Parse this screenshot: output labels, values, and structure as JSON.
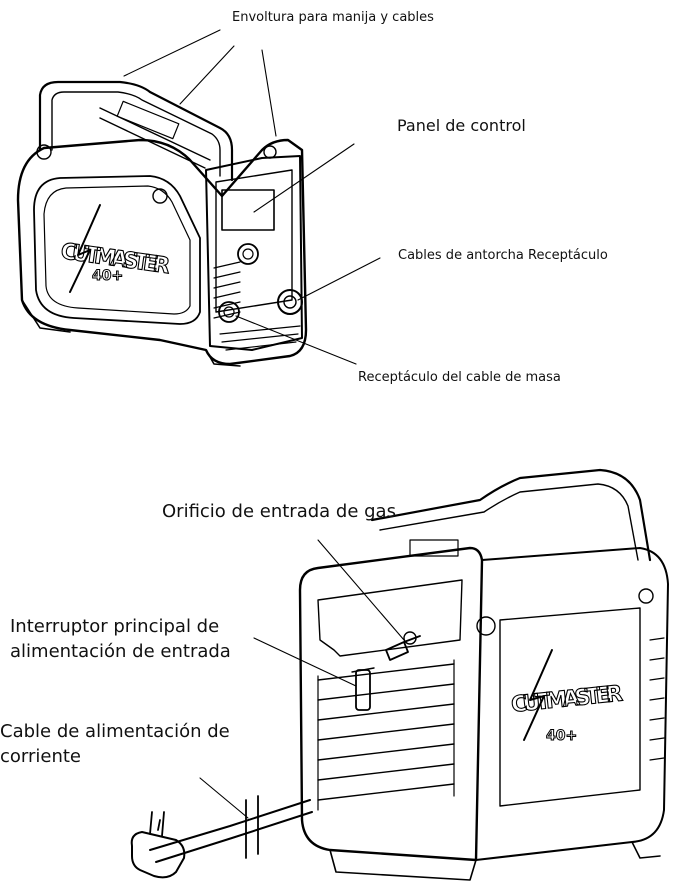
{
  "top_figure": {
    "labels": {
      "handle_wrap": "Envoltura para manija y cables",
      "control_panel": "Panel de control",
      "torch_receptacle": "Cables de antorcha Receptáculo",
      "ground_receptacle": "Receptáculo del cable de masa"
    },
    "logo": {
      "brand": "CUTMASTER",
      "model": "40+"
    }
  },
  "bottom_figure": {
    "labels": {
      "gas_inlet": "Orificio de entrada de gas",
      "main_switch_line1": "Interruptor principal de",
      "main_switch_line2": "alimentación de entrada",
      "power_cable_line1": "Cable de alimentación de",
      "power_cable_line2": "corriente"
    },
    "logo": {
      "brand": "CUTMASTER",
      "model": "40+"
    }
  }
}
